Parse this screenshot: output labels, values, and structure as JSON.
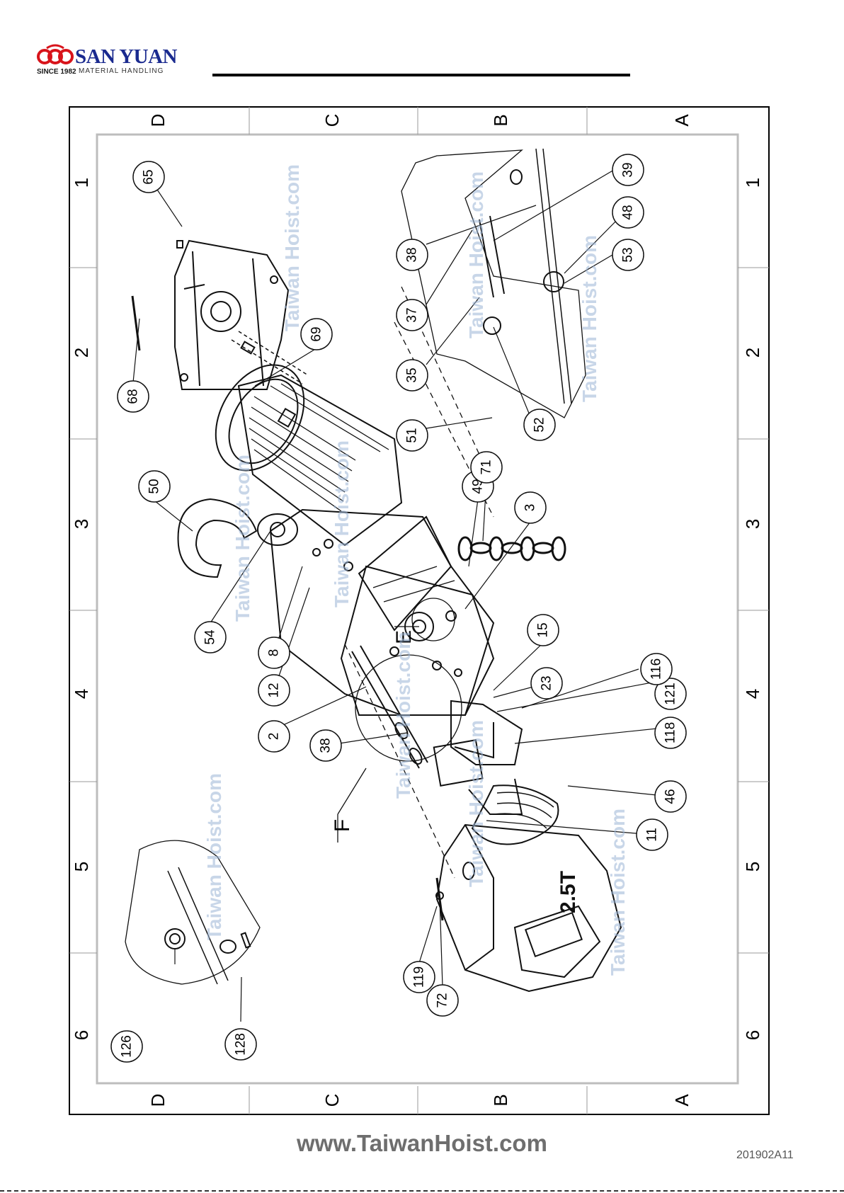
{
  "header": {
    "brand_name": "SAN YUAN",
    "since": "SINCE 1982",
    "tagline": "MATERIAL HANDLING",
    "brand_color": "#1a2a8f",
    "logo_color": "#d8141b"
  },
  "drawing": {
    "border_top_letters": [
      "D",
      "C",
      "B",
      "A"
    ],
    "border_bottom_letters": [
      "D",
      "C",
      "B",
      "A"
    ],
    "border_left_numbers": [
      "1",
      "2",
      "3",
      "4",
      "5",
      "6"
    ],
    "border_right_numbers": [
      "1",
      "2",
      "3",
      "4",
      "5",
      "6"
    ],
    "detail_labels": [
      "E",
      "F"
    ],
    "capacity_label": "2.5T",
    "watermark": "Taiwan Hoist.com",
    "callouts": [
      {
        "id": "65"
      },
      {
        "id": "68"
      },
      {
        "id": "69"
      },
      {
        "id": "50"
      },
      {
        "id": "54"
      },
      {
        "id": "8"
      },
      {
        "id": "12"
      },
      {
        "id": "2"
      },
      {
        "id": "38"
      },
      {
        "id": "126"
      },
      {
        "id": "128"
      },
      {
        "id": "119"
      },
      {
        "id": "72"
      },
      {
        "id": "11"
      },
      {
        "id": "46"
      },
      {
        "id": "118"
      },
      {
        "id": "121"
      },
      {
        "id": "116"
      },
      {
        "id": "23"
      },
      {
        "id": "15"
      },
      {
        "id": "3"
      },
      {
        "id": "49"
      },
      {
        "id": "71"
      },
      {
        "id": "51"
      },
      {
        "id": "35"
      },
      {
        "id": "37"
      },
      {
        "id": "38"
      },
      {
        "id": "52"
      },
      {
        "id": "39"
      },
      {
        "id": "48"
      },
      {
        "id": "53"
      }
    ]
  },
  "footer": {
    "website": "www.TaiwanHoist.com",
    "doc_code": "201902A11"
  }
}
